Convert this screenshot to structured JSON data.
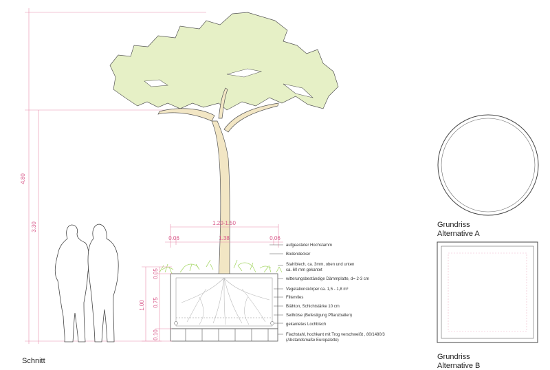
{
  "labels": {
    "section": "Schnitt",
    "plan_a_line1": "Grundriss",
    "plan_a_line2": "Alternative A",
    "plan_b_line1": "Grundriss",
    "plan_b_line2": "Alternative B"
  },
  "dimensions": {
    "total_height": "4.80",
    "trunk_height": "3.30",
    "crown_width": "1.20-1.50",
    "inner_width": "1.38",
    "wall_left": "0.06",
    "wall_right": "0.06",
    "planter_height": "1.00",
    "rim": "0.05",
    "body": "0.75",
    "base": "0.10"
  },
  "annotations": [
    "aufgeasteter Hochstamm",
    "Bodendecker",
    "Stahlblech, ca. 3mm, oben und unten",
    "ca. 60 mm gekantet",
    "witterungsbeständige Dämmplatte, d= 2-3 cm",
    "Vegetationskörper ca. 1,5 - 1,8 m³",
    "Filtervlies",
    "Blähton, Schichtstärke 10 cm",
    "Seilhülse (Befestigung Pflanzballen)",
    "gekantetes Lochblech",
    "Flachstahl, hochkant mit Trog verschweißt , 80/1480/3",
    "(Abstandsmaße Europalette)"
  ],
  "colors": {
    "crown": "#e6f0c6",
    "trunk": "#f2e6c4",
    "dimension": "#d9598a",
    "groundcover": "#a8d86a"
  }
}
